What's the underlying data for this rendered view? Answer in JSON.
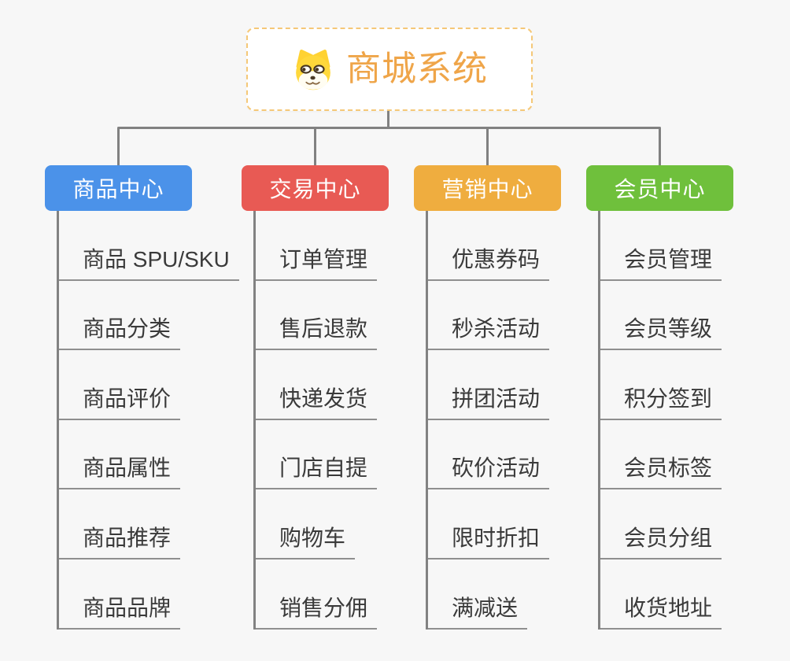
{
  "canvas": {
    "background_color": "#f7f7f7",
    "connector_color": "#818181",
    "underline_color": "#8f8f8f",
    "subtopic_text_color": "#3a3a3a"
  },
  "root": {
    "label": "商城系统",
    "icon": "dog-face-icon",
    "text_color": "#efa549",
    "border_color": "#f5c878",
    "background_color": "#ffffff"
  },
  "branches": [
    {
      "label": "商品中心",
      "color": "#4b92e9",
      "children": [
        "商品 SPU/SKU",
        "商品分类",
        "商品评价",
        "商品属性",
        "商品推荐",
        "商品品牌"
      ]
    },
    {
      "label": "交易中心",
      "color": "#e85a54",
      "children": [
        "订单管理",
        "售后退款",
        "快递发货",
        "门店自提",
        "购物车",
        "销售分佣"
      ]
    },
    {
      "label": "营销中心",
      "color": "#efad3f",
      "children": [
        "优惠券码",
        "秒杀活动",
        "拼团活动",
        "砍价活动",
        "限时折扣",
        "满减送"
      ]
    },
    {
      "label": "会员中心",
      "color": "#6fc03c",
      "children": [
        "会员管理",
        "会员等级",
        "积分签到",
        "会员标签",
        "会员分组",
        "收货地址"
      ]
    }
  ]
}
